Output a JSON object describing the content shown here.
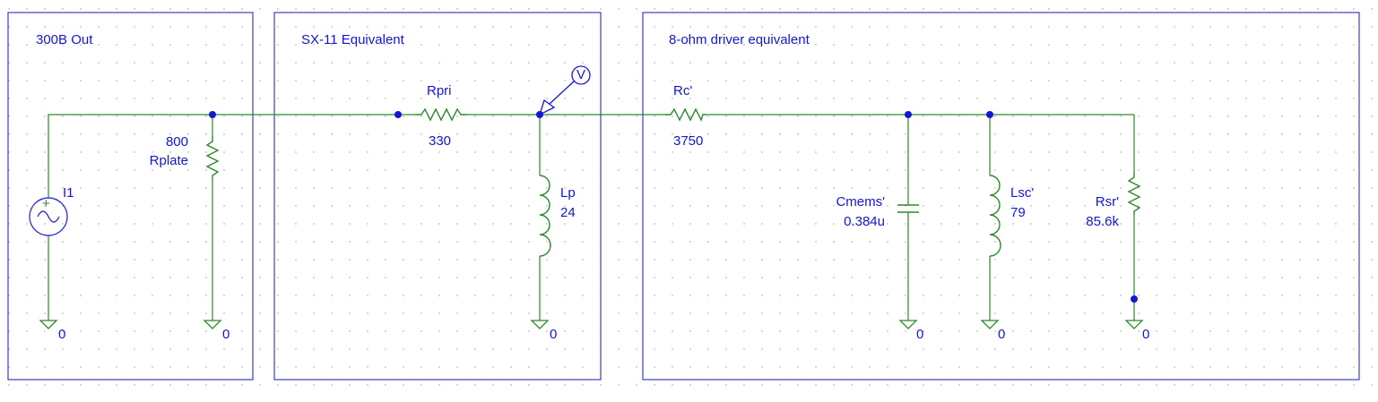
{
  "colors": {
    "background": "#ffffff",
    "grid_dot": "#9a9a9a",
    "block_border": "#3c3cc8",
    "wire": "#2c8a2c",
    "component": "#2c8a2c",
    "junction": "#1515d6",
    "label": "#1515d6",
    "block_title": "#1515d6",
    "source_symbol": "#3c3cc8"
  },
  "blocks": [
    {
      "id": "block-300b",
      "title": "300B Out"
    },
    {
      "id": "block-sx11",
      "title": "SX-11 Equivalent"
    },
    {
      "id": "block-driver",
      "title": "8-ohm driver equivalent"
    }
  ],
  "components": {
    "I1": {
      "label": "I1",
      "type": "ac-current-source"
    },
    "Rplate": {
      "name": "Rplate",
      "value": "800",
      "type": "resistor"
    },
    "Rpri": {
      "name": "Rpri",
      "value": "330",
      "type": "resistor"
    },
    "Lp": {
      "name": "Lp",
      "value": "24",
      "type": "inductor"
    },
    "Rc": {
      "name": "Rc'",
      "value": "3750",
      "type": "resistor"
    },
    "Cmems": {
      "name": "Cmems'",
      "value": "0.384u",
      "type": "capacitor"
    },
    "Lsc": {
      "name": "Lsc'",
      "value": "79",
      "type": "inductor"
    },
    "Rsr": {
      "name": "Rsr'",
      "value": "85.6k",
      "type": "resistor"
    }
  },
  "probe": {
    "label": "V",
    "icon": "voltage-probe-icon"
  },
  "grounds": [
    {
      "id": "gnd-i1",
      "label": "0"
    },
    {
      "id": "gnd-rplate",
      "label": "0"
    },
    {
      "id": "gnd-lp",
      "label": "0"
    },
    {
      "id": "gnd-cmems",
      "label": "0"
    },
    {
      "id": "gnd-lsc",
      "label": "0"
    },
    {
      "id": "gnd-rsr",
      "label": "0"
    }
  ]
}
